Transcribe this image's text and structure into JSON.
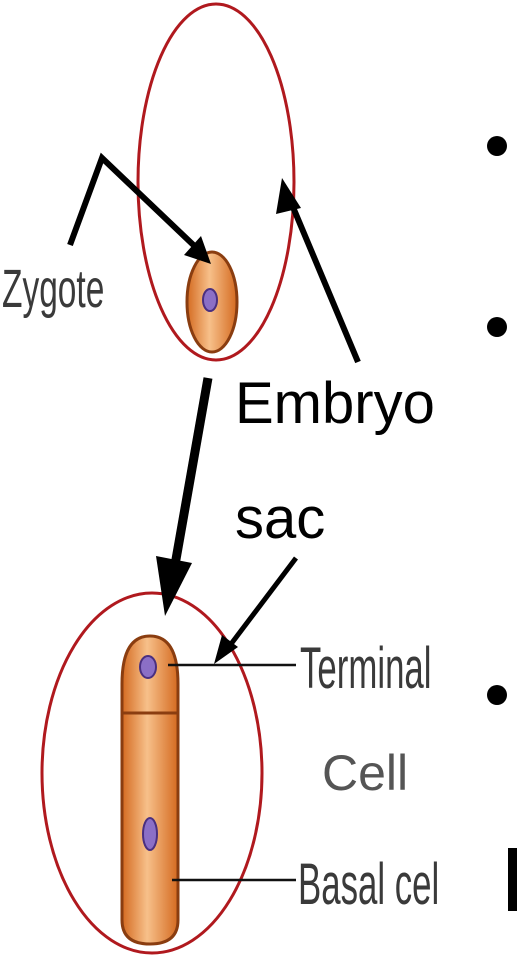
{
  "labels": {
    "zygote": "Zygote",
    "embryo": "Embryo",
    "sac": "sac",
    "terminal": "Terminal",
    "cell": "Cell",
    "basal": "Basal cel"
  },
  "colors": {
    "cell_fill": "#e8883a",
    "cell_light": "#f7c08a",
    "cell_outline": "#8a3d10",
    "nucleus": "#8b6fc6",
    "highlight_ellipse": "#b0191e",
    "arrow": "#000000"
  },
  "bullets": [
    "•",
    "•",
    "•"
  ]
}
